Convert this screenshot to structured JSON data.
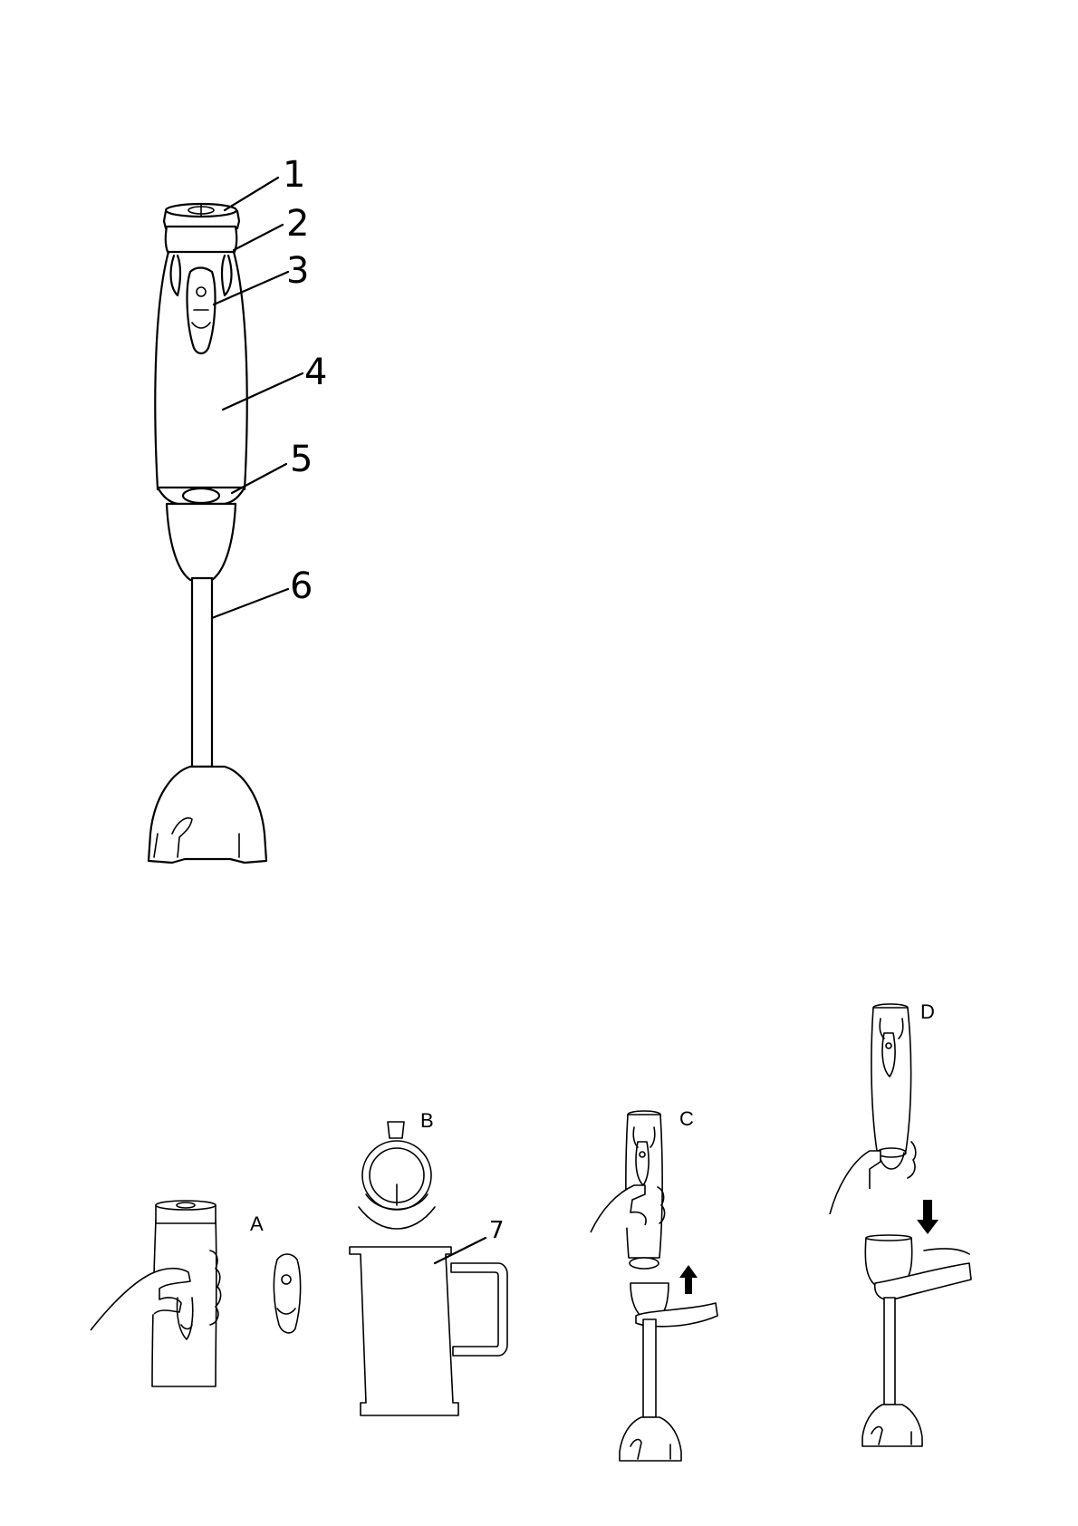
{
  "callouts": {
    "c1": "1",
    "c2": "2",
    "c3": "3",
    "c4": "4",
    "c5": "5",
    "c6": "6",
    "c7": "7"
  },
  "steps": {
    "a": "A",
    "b": "B",
    "c": "C",
    "d": "D"
  },
  "icons": [
    "hand-blender",
    "hand",
    "beaker-jug",
    "arrow-up",
    "arrow-down",
    "rotate-arrows"
  ]
}
